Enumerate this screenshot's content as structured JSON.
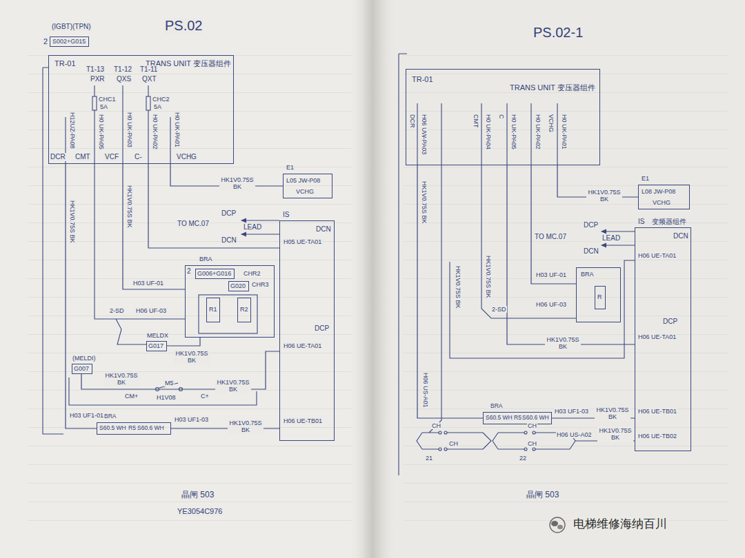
{
  "diagram": {
    "nodes": [
      {
        "text": [
          "S002+G015"
        ]
      },
      {
        "text": [
          "TR-01",
          "TRANS UNIT 变压器组件"
        ]
      },
      {
        "text": [
          "E1",
          "L05 JW-P08",
          "VCHG"
        ]
      },
      {
        "text": [
          "IS",
          "DCN",
          "DCP"
        ]
      },
      {
        "text": [
          "BRA",
          "CHR2",
          "CHR3"
        ]
      },
      {
        "text": [
          "G006+G016"
        ],
        "in": 4
      },
      {
        "text": [
          "G020"
        ],
        "in": 4
      },
      {
        "text": [
          "R1"
        ],
        "in": 4
      },
      {
        "text": [
          "R2"
        ],
        "in": 4
      },
      {
        "text": [
          "MELDX",
          "G017"
        ]
      },
      {
        "text": [
          "(MELDI)",
          "G007"
        ]
      },
      {
        "text": [
          "BRA",
          "S60.5 WH",
          "R5",
          "S60.6 WH"
        ]
      },
      {
        "text": [
          "TR-01",
          "TRANS UNIT 变压器组件"
        ]
      },
      {
        "text": [
          "E1",
          "L08 JW-P08",
          "VCHG"
        ]
      },
      {
        "text": [
          "IS",
          "变频器组件",
          "DCN",
          "DCP"
        ]
      },
      {
        "text": [
          "BRA"
        ]
      },
      {
        "text": [
          "R"
        ],
        "in": 15
      },
      {
        "text": [
          "BRA",
          "S60.5 WH",
          "R5",
          "S60.6 WH"
        ]
      }
    ],
    "edges": [
      {
        "from": 1,
        "to": 2,
        "arrow": "none",
        "label": "HK1V0.75S BK"
      },
      {
        "from": 1,
        "to": 3,
        "arrow": "none"
      },
      {
        "from": 1,
        "to": 4,
        "arrow": "none",
        "label": "HK1V0.75S BK"
      },
      {
        "from": 1,
        "to": 11,
        "arrow": "none",
        "label": "HK1V0.75S BK"
      },
      {
        "from": 11,
        "to": 3,
        "arrow": "none",
        "label": "HK1V0.75S BK"
      },
      {
        "from": 10,
        "to": 3,
        "arrow": "none",
        "label": "HK1V0.75S BK"
      },
      {
        "from": 4,
        "to": 9,
        "arrow": "none",
        "label": "HK1V0.75S BK"
      },
      {
        "from": 12,
        "to": 13,
        "arrow": "none",
        "label": "HK1V0.75S BK"
      },
      {
        "from": 12,
        "to": 14,
        "arrow": "none",
        "label": "HK1V0.75S BK"
      },
      {
        "from": 12,
        "to": 15,
        "arrow": "none"
      },
      {
        "from": 12,
        "to": 17,
        "arrow": "none",
        "label": "HK1V0.75S BK"
      },
      {
        "from": 17,
        "to": 14,
        "arrow": "none",
        "label": "HK1V0.75S BK"
      }
    ],
    "labels": [
      "PS.02",
      "(IGBT)(TPN)",
      "2",
      "T1-13",
      "T1-12",
      "T1-11",
      "PXR",
      "QXS",
      "QXT",
      "CHC1",
      "5A",
      "CHC2",
      "5A",
      "H12UZ-PA08",
      "H0 UK-PA05",
      "H0 UK-PA03",
      "H0 UK-PA02",
      "H0 UK-PA01",
      "DCR",
      "CMT",
      "VCF",
      "C-",
      "VCHG",
      "TO MC.07",
      "DCP",
      "DCN",
      "LEAD",
      "H05 UE-TA01",
      "H03 UF-01",
      "2-SD",
      "H06 UF-03",
      "H06 UE-TA01",
      "CM+",
      "M5",
      "H1V08",
      "C+",
      "H03 UF1-01",
      "H03 UF1-03",
      "H06 UE-TB01",
      "晶闸 503",
      "YE3054C976",
      "HK1V0.75S BK",
      "2",
      "PS.02-1",
      "DCR",
      "H06 UW-PA03",
      "CMT",
      "H0 UK-PA04",
      "C",
      "H0 UK-PA05",
      "H0 UK-PA02",
      "VCHG",
      "H0 UK-PA01",
      "TO MC.07",
      "DCP",
      "DCN",
      "LEAD",
      "H06 UE-TA01",
      "HK1V0.75S BK",
      "HK1V0.75S BK",
      "2-SD",
      "H03 UF-01",
      "H06 UF-03",
      "H06 UE-TA01",
      "H06 US-A01",
      "H06 US-A02",
      "HK1V0.75S BK",
      "H06 UE-TB01",
      "H06 UE-TB02",
      "CH",
      "CH",
      "21",
      "CH",
      "CH",
      "22",
      "晶闸 503",
      "电梯维修海纳百川",
      "H03 UF1-03"
    ]
  }
}
